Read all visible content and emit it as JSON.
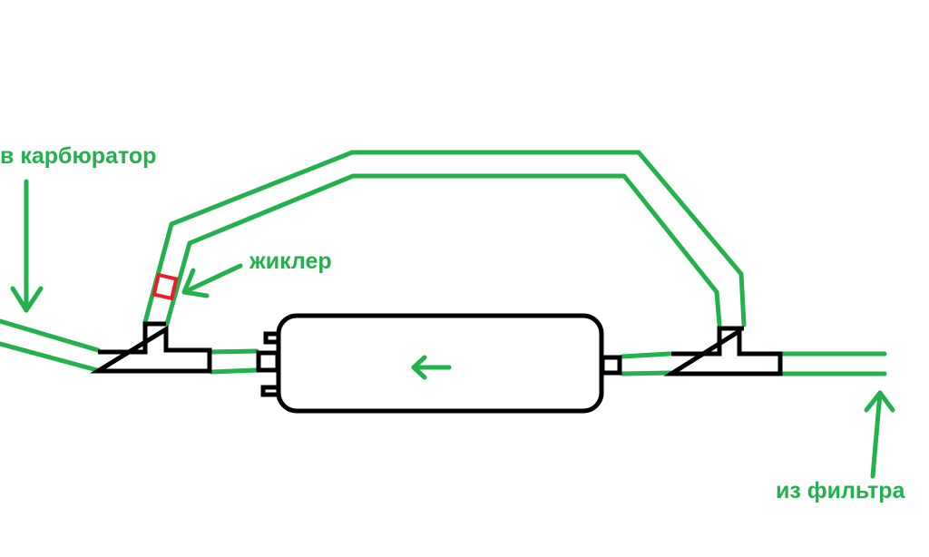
{
  "labels": {
    "to_carburetor": "в карбюратор",
    "jet": "жиклер",
    "from_filter": "из фильтра"
  },
  "colors": {
    "line": "#22b14c",
    "outline": "#000000",
    "jet": "#ed1c24"
  },
  "icons": {
    "flow_arrow": "left-arrow"
  }
}
